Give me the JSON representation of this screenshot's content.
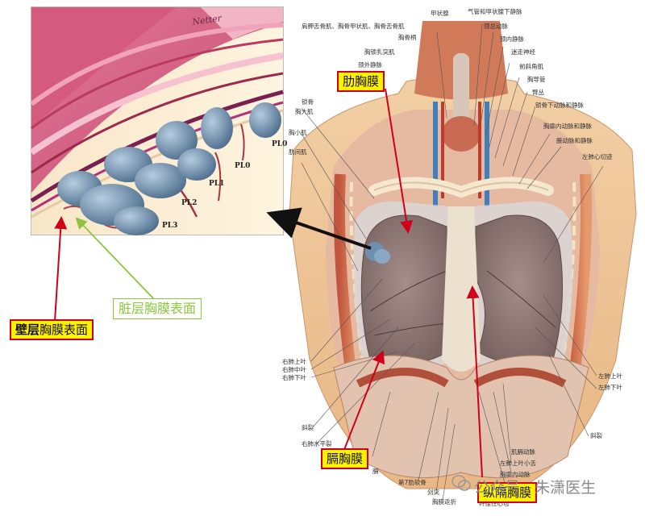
{
  "inset": {
    "layers": [
      "PL0",
      "PL0",
      "PL1",
      "PL2",
      "PL3"
    ],
    "signature": "Netter"
  },
  "callouts": {
    "parietal_bold": "壁层",
    "parietal_rest": "胸膜表面",
    "visceral": "脏层胸膜表面",
    "costal": "肋胸膜",
    "diaphragmatic": "膈胸膜",
    "mediastinal": "纵隔胸膜"
  },
  "anatomy_labels": {
    "top": [
      "甲状腺",
      "气管和甲状腺下静脉",
      "肩胛舌骨肌、胸骨甲状肌、胸骨舌骨肌",
      "胸骨柄",
      "颈总动脉",
      "颈内静脉",
      "胸锁乳突肌",
      "迷走神经",
      "颈外静脉",
      "前斜角肌",
      "胸导管",
      "臂丛",
      "锁骨下动脉和静脉",
      "胸廓内动脉和静脉",
      "腋动脉和静脉",
      "左肺心切迹"
    ],
    "left": [
      "锁骨",
      "胸大肌",
      "胸小肌",
      "肋间肌",
      "右肺上叶",
      "右肺中叶",
      "右肺下叶",
      "斜裂",
      "右肺水平裂",
      "膈"
    ],
    "bottom": [
      "第7肋软骨",
      "剑突",
      "胸膜返折",
      "纤维性心包",
      "胸廓内动脉",
      "左肺上叶小舌",
      "肌膈动脉"
    ],
    "right": [
      "左肺上叶",
      "左肺下叶",
      "斜裂"
    ]
  },
  "watermark": "公众号 · 朱潇医生",
  "colors": {
    "callout_red": "#d0001a",
    "callout_yellow": "#fff200",
    "visceral_green": "#8cc63f",
    "arrow_black": "#111111"
  }
}
